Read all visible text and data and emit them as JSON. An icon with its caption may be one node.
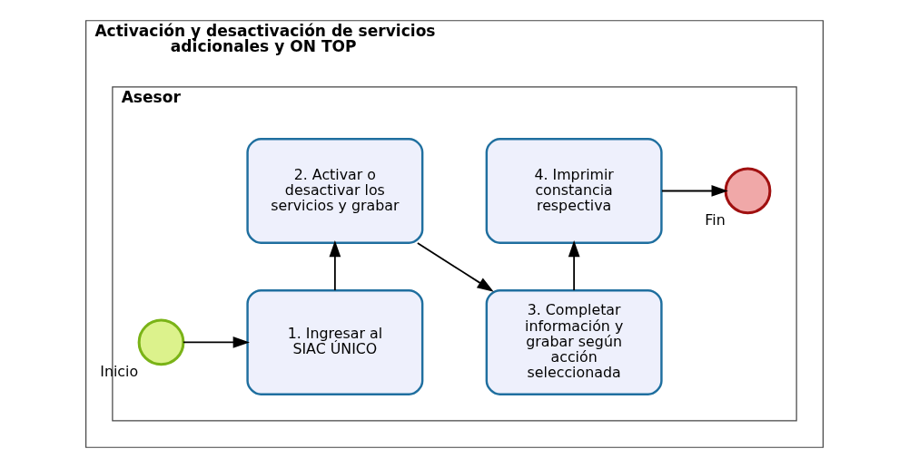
{
  "diagram": {
    "nodes": [
      {
        "text": [
          "Activación y desactivación de servicios adicionales y ON TOP"
        ]
      },
      {
        "text": [
          "Asesor"
        ],
        "in": 0
      },
      {
        "text": [],
        "shape": "circle",
        "beside": [
          "Inicio"
        ],
        "in": 1
      },
      {
        "text": [
          "1. Ingresar al SIAC ÚNICO"
        ],
        "in": 1
      },
      {
        "text": [
          "2. Activar o desactivar los servicios y grabar"
        ],
        "in": 1
      },
      {
        "text": [
          "3. Completar información y grabar según acción seleccionada"
        ],
        "in": 1
      },
      {
        "text": [
          "4. Imprimir constancia respectiva"
        ],
        "in": 1
      },
      {
        "text": [],
        "shape": "circle",
        "beside": [
          "Fin"
        ],
        "in": 1
      }
    ],
    "edges": [
      {
        "from": 2,
        "to": 3,
        "arrow": "to"
      },
      {
        "from": 3,
        "to": 4,
        "arrow": "to"
      },
      {
        "from": 4,
        "to": 5,
        "arrow": "to"
      },
      {
        "from": 5,
        "to": 6,
        "arrow": "to"
      },
      {
        "from": 6,
        "to": 7,
        "arrow": "to"
      }
    ]
  }
}
